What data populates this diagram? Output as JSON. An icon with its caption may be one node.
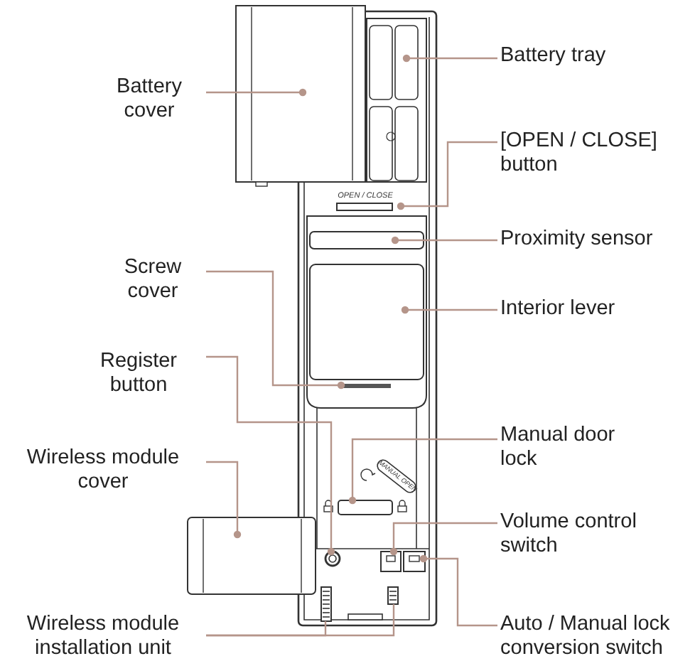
{
  "diagram": {
    "nodes": [
      {
        "text": [
          "Battery cover"
        ]
      },
      {
        "text": [],
        "shape": "box"
      },
      {
        "text": [
          "Battery tray"
        ]
      },
      {
        "text": [],
        "shape": "box"
      },
      {
        "text": [
          "[OPEN / CLOSE] button"
        ]
      },
      {
        "text": [],
        "shape": "box"
      },
      {
        "text": [
          "Proximity sensor"
        ]
      },
      {
        "text": [],
        "shape": "box"
      },
      {
        "text": [
          "Interior lever"
        ]
      },
      {
        "text": [],
        "shape": "box"
      },
      {
        "text": [
          "Screw cover"
        ]
      },
      {
        "text": [],
        "shape": "bar"
      },
      {
        "text": [
          "Register button"
        ]
      },
      {
        "text": [],
        "shape": "circle"
      },
      {
        "text": [
          "Wireless module cover"
        ]
      },
      {
        "text": [],
        "shape": "box"
      },
      {
        "text": [
          "Wireless module installation unit"
        ]
      },
      {
        "text": [],
        "shape": "box"
      },
      {
        "text": [],
        "shape": "box"
      },
      {
        "text": [
          "Manual door lock"
        ]
      },
      {
        "text": [],
        "shape": "box"
      },
      {
        "text": [
          "Volume control switch"
        ]
      },
      {
        "text": [],
        "shape": "box"
      },
      {
        "text": [
          "Auto / Manual lock conversion switch"
        ]
      },
      {
        "text": [],
        "shape": "box"
      }
    ],
    "edges": [
      {
        "from": 0,
        "to": 1,
        "arrow": "other"
      },
      {
        "from": 2,
        "to": 3,
        "arrow": "other"
      },
      {
        "from": 4,
        "to": 5,
        "arrow": "other"
      },
      {
        "from": 6,
        "to": 7,
        "arrow": "other"
      },
      {
        "from": 8,
        "to": 9,
        "arrow": "other"
      },
      {
        "from": 10,
        "to": 11,
        "arrow": "other"
      },
      {
        "from": 12,
        "to": 13,
        "arrow": "other"
      },
      {
        "from": 14,
        "to": 15,
        "arrow": "other"
      },
      {
        "from": 16,
        "to": 17,
        "arrow": "none"
      },
      {
        "from": 16,
        "to": 18,
        "arrow": "none"
      },
      {
        "from": 19,
        "to": 20,
        "arrow": "other"
      },
      {
        "from": 21,
        "to": 22,
        "arrow": "other"
      },
      {
        "from": 23,
        "to": 24,
        "arrow": "other"
      }
    ],
    "labels": [
      "OPEN / CLOSE",
      "MANUAL OPEN"
    ]
  }
}
